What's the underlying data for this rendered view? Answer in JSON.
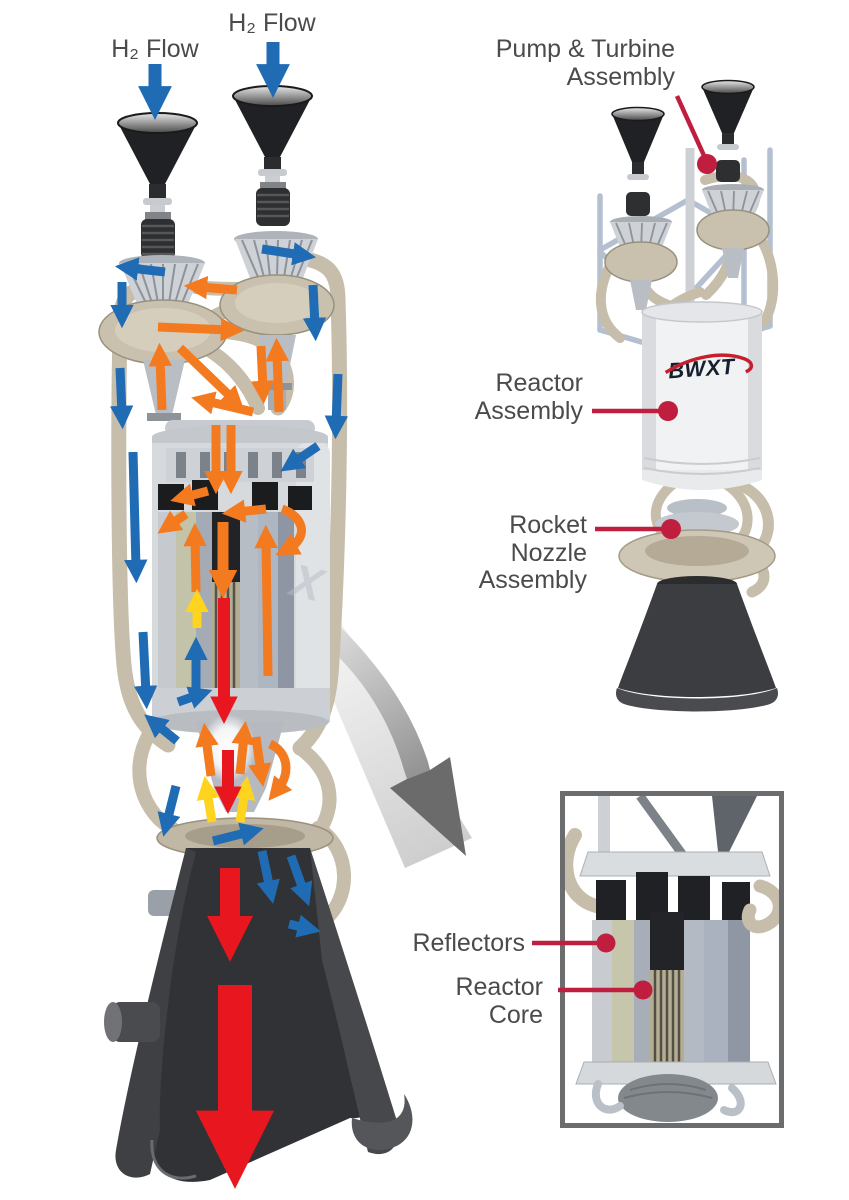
{
  "diagram": {
    "main_cutaway": {
      "h2_flow_label_left": "H₂ Flow",
      "h2_flow_label_right": "H₂ Flow",
      "watermark": "X"
    },
    "overview": {
      "labels": {
        "pump_turbine": "Pump & Turbine Assembly",
        "reactor_assembly": "Reactor Assembly",
        "rocket_nozzle": "Rocket Nozzle Assembly"
      },
      "logo": "BWXT"
    },
    "detail_inset": {
      "labels": {
        "reflectors": "Reflectors",
        "reactor_core": "Reactor Core"
      }
    }
  },
  "colors": {
    "cold-flow-arrow": "#1f6cb5",
    "hot-flow-arrow": "#f47a20",
    "mixed-flow-arrow": "#ffd41e",
    "exhaust-flow-arrow": "#e8171f",
    "label-leader": "#bf1e3e",
    "label-text": "#4b4b4d",
    "detail-box-border": "#6a6c6e",
    "logo-swoosh": "#c6202f"
  }
}
